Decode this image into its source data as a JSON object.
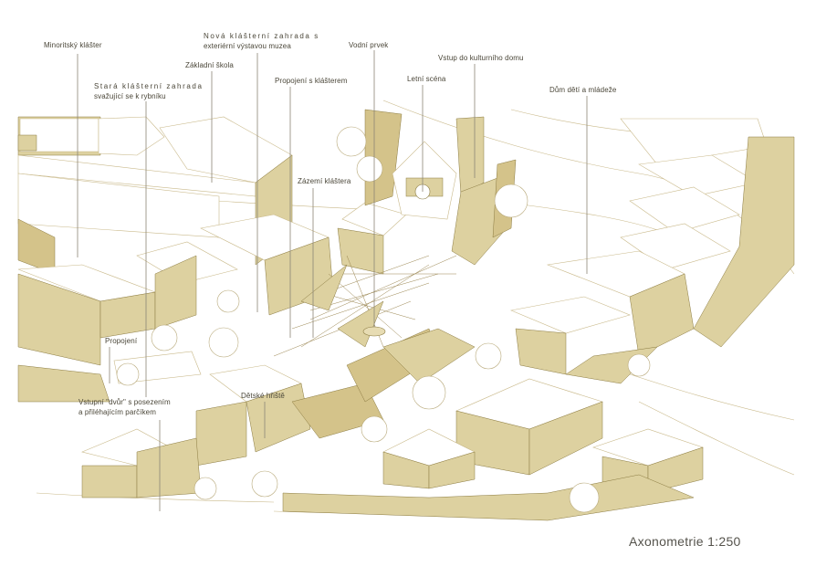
{
  "labels": {
    "minoritsky_klaster": "Minoritský klášter",
    "nova_zahrada_1": "Nová klášterní zahrada s",
    "nova_zahrada_2": "exteriérní výstavou muzea",
    "vodni_prvek": "Vodní prvek",
    "vstup_kulturni_dum": "Vstup do kulturního domu",
    "zakladni_skola": "Základní škola",
    "stara_zahrada_1": "Stará klášterní zahrada",
    "stara_zahrada_2": "svažující se k rybníku",
    "propojeni_s_klasterem": "Propojení s klášterem",
    "letni_scena": "Letní scéna",
    "dum_deti": "Dům dětí a mládeže",
    "zazemi_klastera": "Zázemí kláštera",
    "propojeni": "Propojení",
    "detske_hriste": "Dětské hřiště",
    "vstupni_dvur_1": "Vstupní \"dvůr\" s posezením",
    "vstupni_dvur_2": "a přiléhajícím parčíkem"
  },
  "caption": "Axonometrie 1:250",
  "colors": {
    "building_fill": "#ddd1a0",
    "building_dark": "#d4c38a",
    "outline": "#c9b98a",
    "leader": "#8c8676",
    "text": "#4a4638"
  }
}
